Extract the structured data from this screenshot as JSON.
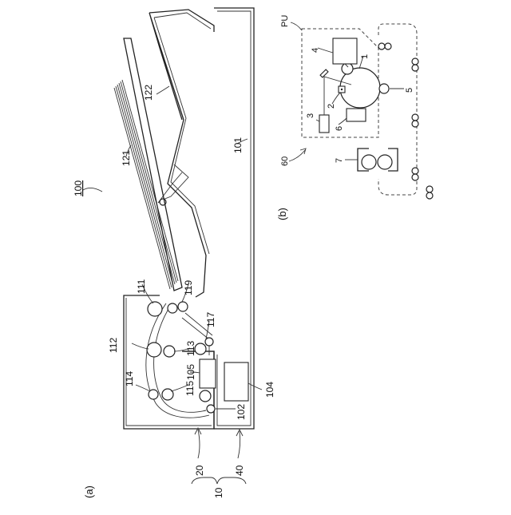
{
  "figure_a": {
    "panel_label": "(a)",
    "ref_100": "100",
    "ref_101": "101",
    "ref_102": "102",
    "ref_104": "104",
    "ref_105": "105",
    "ref_111": "111",
    "ref_112": "112",
    "ref_113": "113",
    "ref_114": "114",
    "ref_115": "115",
    "ref_117": "117",
    "ref_119": "119",
    "ref_121": "121",
    "ref_122": "122",
    "ref_10": "10",
    "ref_20": "20",
    "ref_40": "40"
  },
  "figure_b": {
    "panel_label": "(b)",
    "ref_pu": "PU",
    "ref_1": "1",
    "ref_2": "2",
    "ref_3": "3",
    "ref_4": "4",
    "ref_5": "5",
    "ref_6": "6",
    "ref_7": "7",
    "ref_60": "60"
  }
}
